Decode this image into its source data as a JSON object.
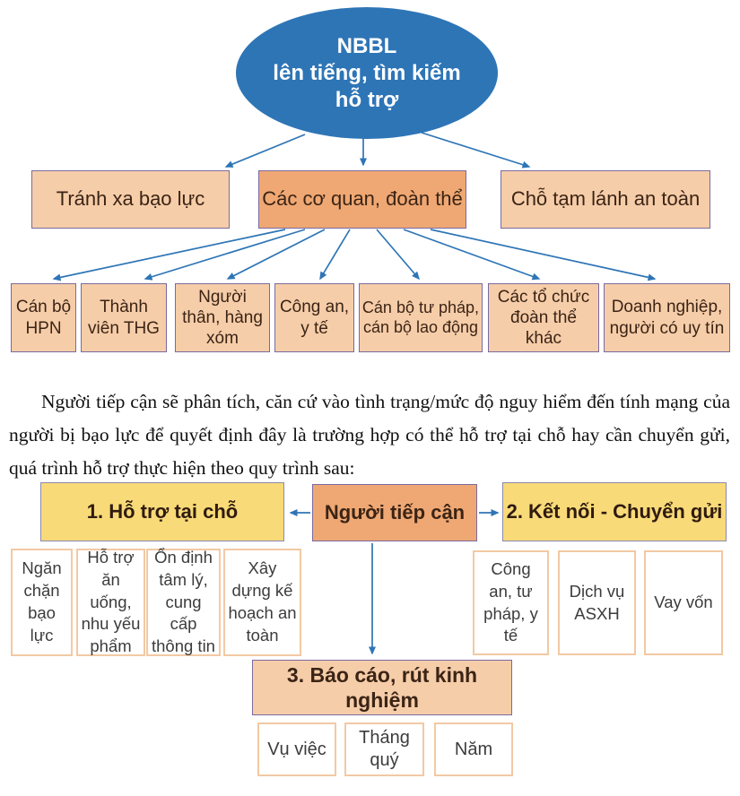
{
  "colors": {
    "primary_blue": "#2E75B6",
    "peach_light": "#F6CDA9",
    "orange": "#EFA873",
    "yellow": "#F8DA78",
    "purple_border": "#7A6AA0",
    "peach_border": "#F2C9A4",
    "text_dark_brown": "#3B2415"
  },
  "flowchart1": {
    "root": {
      "line1": "NBBL",
      "line2": "lên tiếng, tìm kiếm hỗ trợ"
    },
    "level2": [
      "Tránh xa bạo lực",
      "Các cơ quan, đoàn thể",
      "Chỗ tạm lánh an toàn"
    ],
    "level3": [
      "Cán bộ HPN",
      "Thành viên THG",
      "Người thân, hàng xóm",
      "Công an, y tế",
      "Cán bộ tư pháp, cán bộ lao động",
      "Các tổ chức đoàn thể khác",
      "Doanh nghiệp, người có uy tín"
    ]
  },
  "paragraph": "Người tiếp cận sẽ phân tích, căn cứ vào tình trạng/mức độ nguy hiểm đến tính mạng của người bị bạo lực để quyết định đây là trường hợp có thể hỗ trợ tại chỗ hay cần chuyển gửi, quá trình hỗ trợ thực hiện theo quy trình sau:",
  "flowchart2": {
    "step1_label": "1. Hỗ trợ tại chỗ",
    "center_label": "Người tiếp cận",
    "step2_label": "2. Kết nối - Chuyển gửi",
    "step1_items": [
      "Ngăn chặn bạo lực",
      "Hỗ trợ ăn uống, nhu yếu phẩm",
      "Ổn định tâm lý, cung cấp thông tin",
      "Xây dựng kế hoạch an toàn"
    ],
    "step2_items": [
      "Công an, tư pháp, y tế",
      "Dịch vụ ASXH",
      "Vay vốn"
    ],
    "step3_label": "3. Báo cáo, rút kinh nghiệm",
    "step3_items": [
      "Vụ việc",
      "Tháng quý",
      "Năm"
    ]
  }
}
